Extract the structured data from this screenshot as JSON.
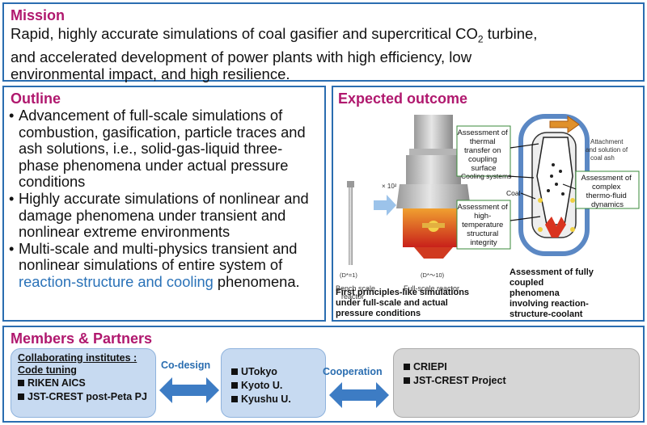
{
  "mission": {
    "heading": "Mission",
    "line1_pre": "Rapid, highly accurate simulations of coal gasifier and supercritical CO",
    "line1_sub": "2",
    "line1_post": " turbine,",
    "line2": "and accelerated development of power plants with high efficiency, low",
    "line3": "environmental impact, and high resilience."
  },
  "outline": {
    "heading": "Outline",
    "bullet": "•",
    "items": [
      "Advancement of full-scale simulations of combustion, gasification, particle traces and ash solutions, i.e., solid-gas-liquid three-phase phenomena under actual pressure conditions",
      "Highly accurate simulations of nonlinear and damage phenomena under transient and nonlinear extreme environments"
    ],
    "item3_pre": "Multi-scale and multi-physics transient and nonlinear simulations of entire system of ",
    "item3_blue": "reaction-structure and cooling",
    "item3_post": " phenomena."
  },
  "outcome": {
    "heading": "Expected outcome",
    "scale_label": "× 10²",
    "bench_d": "(D*=1)",
    "bench_name1": "Bench scale",
    "bench_name2": "reactor",
    "full_d": "(D*～10)",
    "full_name": "Full-scale reactor",
    "caption_left": [
      "First principles-like simulations",
      "under full-scale and actual",
      "pressure conditions"
    ],
    "caption_right": [
      "Assessment of fully",
      "coupled",
      "phenomena",
      "involving reaction-",
      "structure-coolant"
    ],
    "callout_thermal": [
      "Assessment of",
      "thermal",
      "transfer on",
      "coupling",
      "surface"
    ],
    "callout_structural": [
      "Assessment of",
      "high-",
      "temperature",
      "structural",
      "integrity"
    ],
    "callout_fluid": [
      "Assessment of",
      "complex",
      "thermo-fluid",
      "dynamics"
    ],
    "label_cooling": "Cooling systems",
    "label_coal": "Coal",
    "label_ash": [
      "Attachment",
      "and solution of",
      "coal ash"
    ],
    "colors": {
      "accent": "#2a6db0",
      "heading": "#b0186e",
      "flame": "#d9331f"
    }
  },
  "members": {
    "heading": "Members & Partners",
    "collab_title1": "Collaborating institutes :",
    "collab_title2": "Code tuning",
    "collab_items": [
      "RIKEN AICS",
      "JST-CREST post-Peta PJ"
    ],
    "arrow1_label": "Co-design",
    "univ_items": [
      "UTokyo",
      "Kyoto U.",
      "Kyushu U."
    ],
    "arrow2_label": "Cooperation",
    "partner_items": [
      "CRIEPI",
      "JST-CREST Project"
    ]
  }
}
